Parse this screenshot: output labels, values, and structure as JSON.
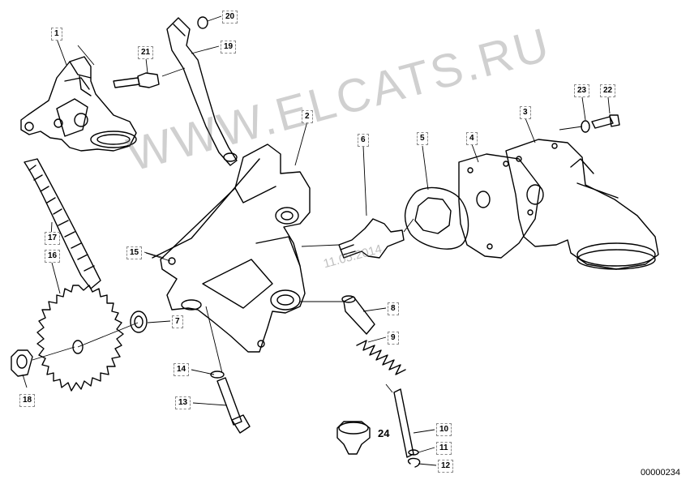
{
  "diagram": {
    "callouts": [
      {
        "id": "c1",
        "label": "1"
      },
      {
        "id": "c2",
        "label": "2"
      },
      {
        "id": "c3",
        "label": "3"
      },
      {
        "id": "c4",
        "label": "4"
      },
      {
        "id": "c5",
        "label": "5"
      },
      {
        "id": "c6",
        "label": "6"
      },
      {
        "id": "c7",
        "label": "7"
      },
      {
        "id": "c8",
        "label": "8"
      },
      {
        "id": "c9",
        "label": "9"
      },
      {
        "id": "c10",
        "label": "10"
      },
      {
        "id": "c11",
        "label": "11"
      },
      {
        "id": "c12",
        "label": "12"
      },
      {
        "id": "c13",
        "label": "13"
      },
      {
        "id": "c14",
        "label": "14"
      },
      {
        "id": "c15",
        "label": "15"
      },
      {
        "id": "c16",
        "label": "16"
      },
      {
        "id": "c17",
        "label": "17"
      },
      {
        "id": "c18",
        "label": "18"
      },
      {
        "id": "c19",
        "label": "19"
      },
      {
        "id": "c20",
        "label": "20"
      },
      {
        "id": "c21",
        "label": "21"
      },
      {
        "id": "c22",
        "label": "22"
      },
      {
        "id": "c23",
        "label": "23"
      }
    ],
    "inline_part_number": "24",
    "doc_code": "00000234",
    "watermark": "WWW.ELCATS.RU",
    "watermark_date": "11.05.2014"
  }
}
